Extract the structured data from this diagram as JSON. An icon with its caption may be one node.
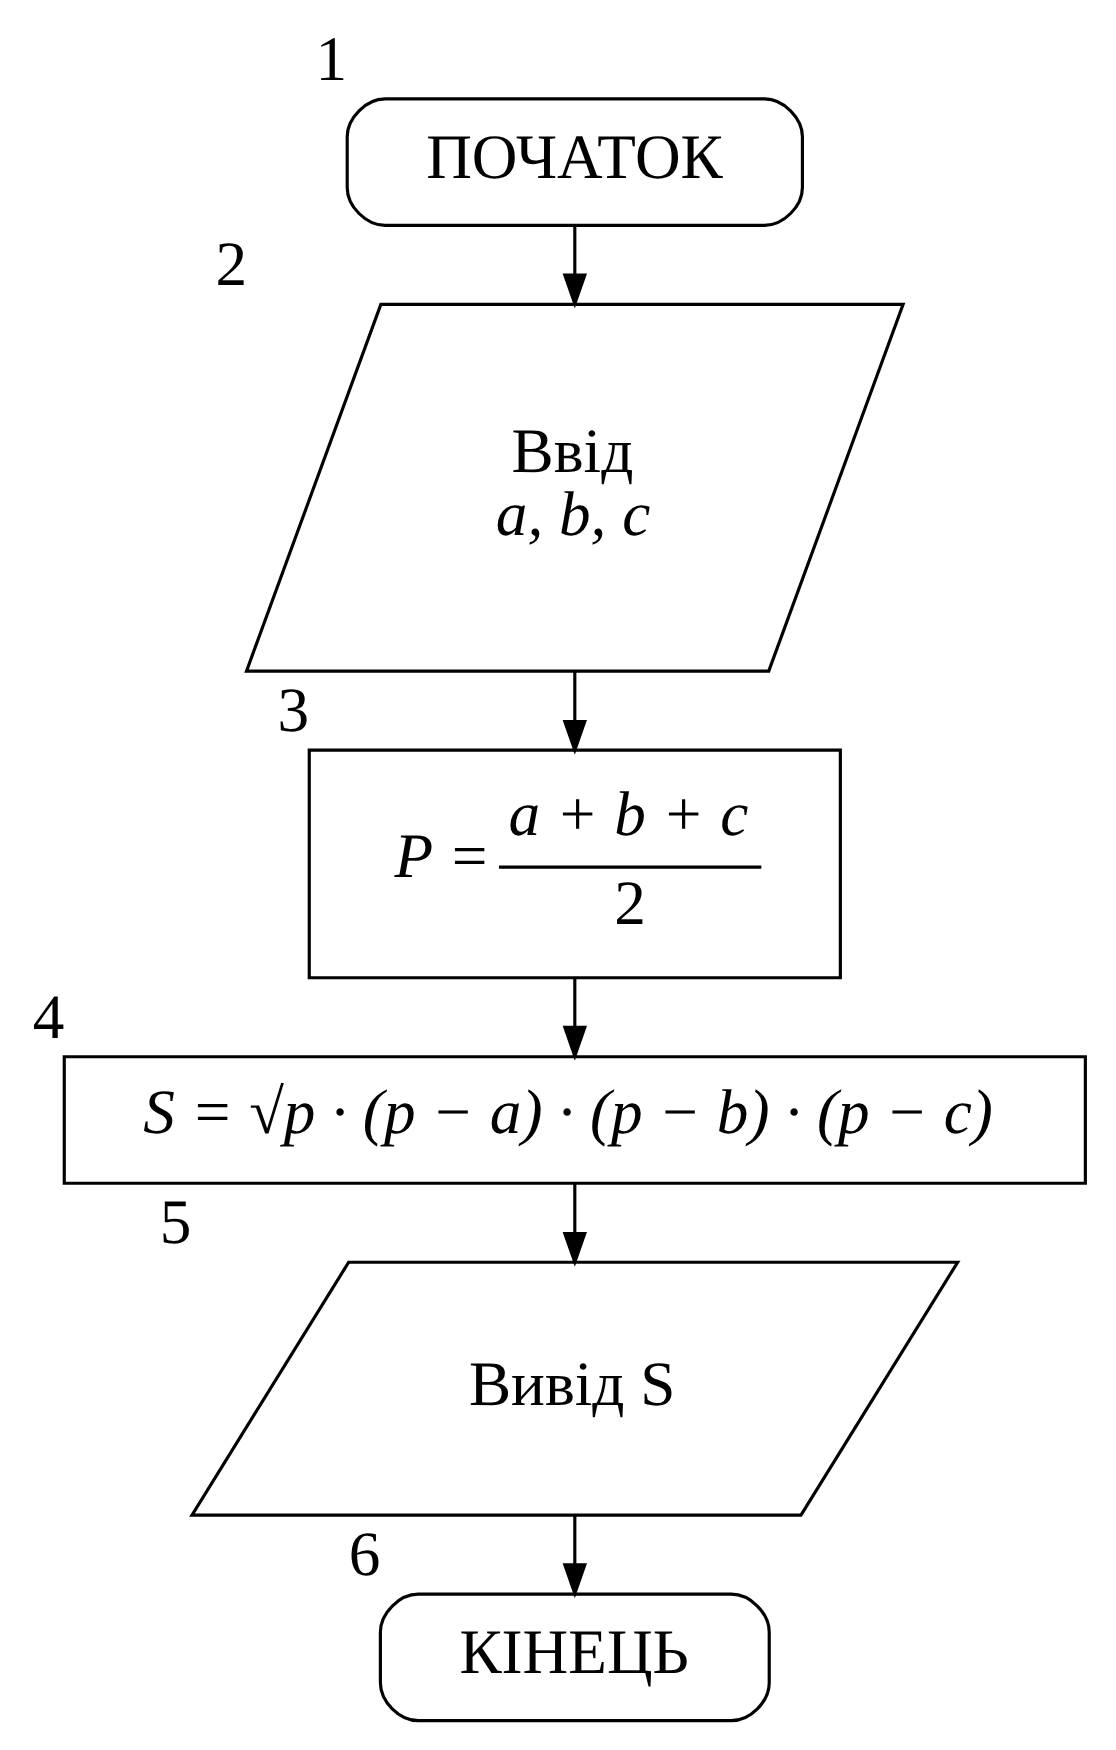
{
  "diagram": {
    "nodes": [
      {
        "text": [
          "ПОЧАТОК"
        ],
        "beside": [
          "1"
        ]
      },
      {
        "text": [
          "Ввід",
          "a, b, c"
        ],
        "beside": [
          "2"
        ]
      },
      {
        "text": [
          "P =",
          "a + b + c",
          "2"
        ],
        "beside": [
          "3"
        ]
      },
      {
        "text": [
          "S = √p · (p − a) · (p − b) · (p − c)"
        ],
        "beside": [
          "4"
        ]
      },
      {
        "text": [
          "Вивід S"
        ],
        "beside": [
          "5"
        ]
      },
      {
        "text": [
          "КІНЕЦЬ"
        ],
        "beside": [
          "6"
        ]
      }
    ],
    "edges": [
      {
        "from": 0,
        "to": 1,
        "arrow": "to"
      },
      {
        "from": 1,
        "to": 2,
        "arrow": "to"
      },
      {
        "from": 2,
        "to": 3,
        "arrow": "to"
      },
      {
        "from": 3,
        "to": 4,
        "arrow": "to"
      },
      {
        "from": 4,
        "to": 5,
        "arrow": "to"
      }
    ]
  }
}
